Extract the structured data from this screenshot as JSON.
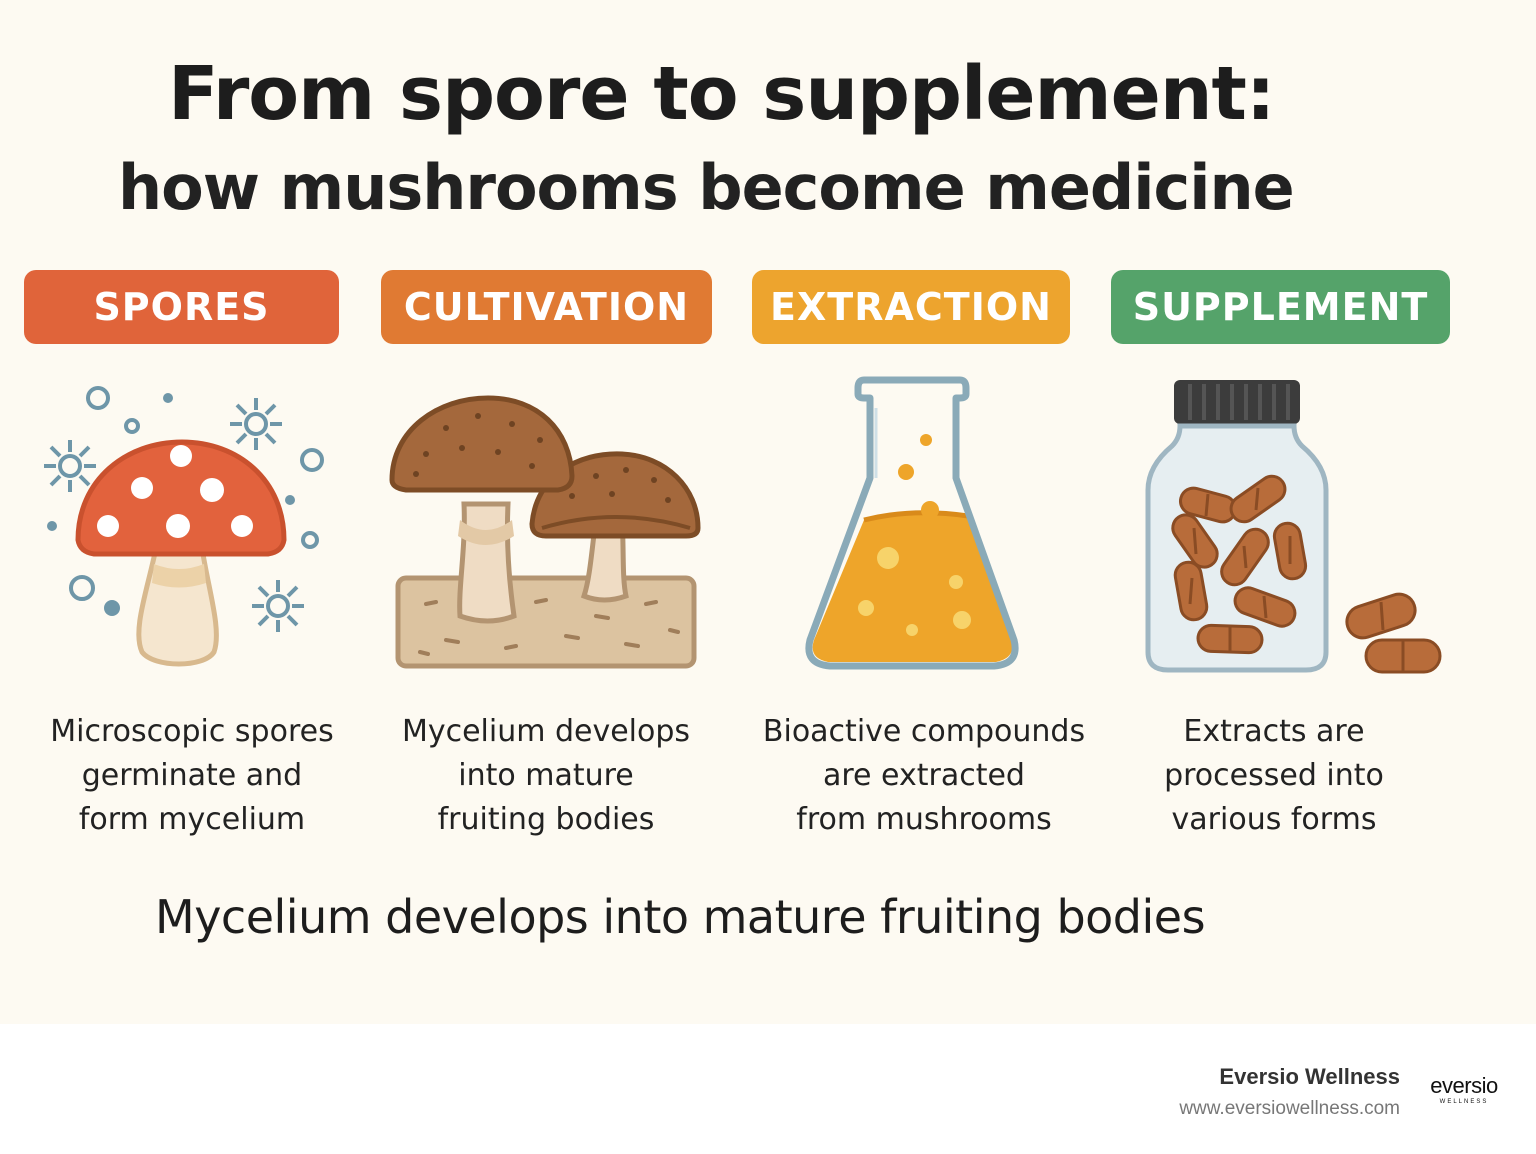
{
  "title": "From spore to supplement:",
  "subtitle": "how mushrooms become medicine",
  "stages": [
    {
      "label": "SPORES",
      "color": "#e0643a",
      "icon": "spotted-mushroom-icon",
      "description": "Microscopic spores\ngerminate and\nform mycelium"
    },
    {
      "label": "CULTIVATION",
      "color": "#e07a33",
      "icon": "mushrooms-on-substrate-icon",
      "description": "Mycelium develops\ninto mature\nfruiting bodies"
    },
    {
      "label": "EXTRACTION",
      "color": "#eda42e",
      "icon": "flask-icon",
      "description": "Bioactive compounds\nare extracted\nfrom mushrooms"
    },
    {
      "label": "SUPPLEMENT",
      "color": "#55a36a",
      "icon": "capsule-jar-icon",
      "description": "Extracts are\nprocessed into\nvarious forms"
    }
  ],
  "caption": "Mycelium develops into mature fruiting bodies",
  "footer": {
    "brand": "Eversio Wellness",
    "url": "www.eversiowellness.com",
    "logo_word": "eversio",
    "logo_sub": "WELLNESS"
  }
}
